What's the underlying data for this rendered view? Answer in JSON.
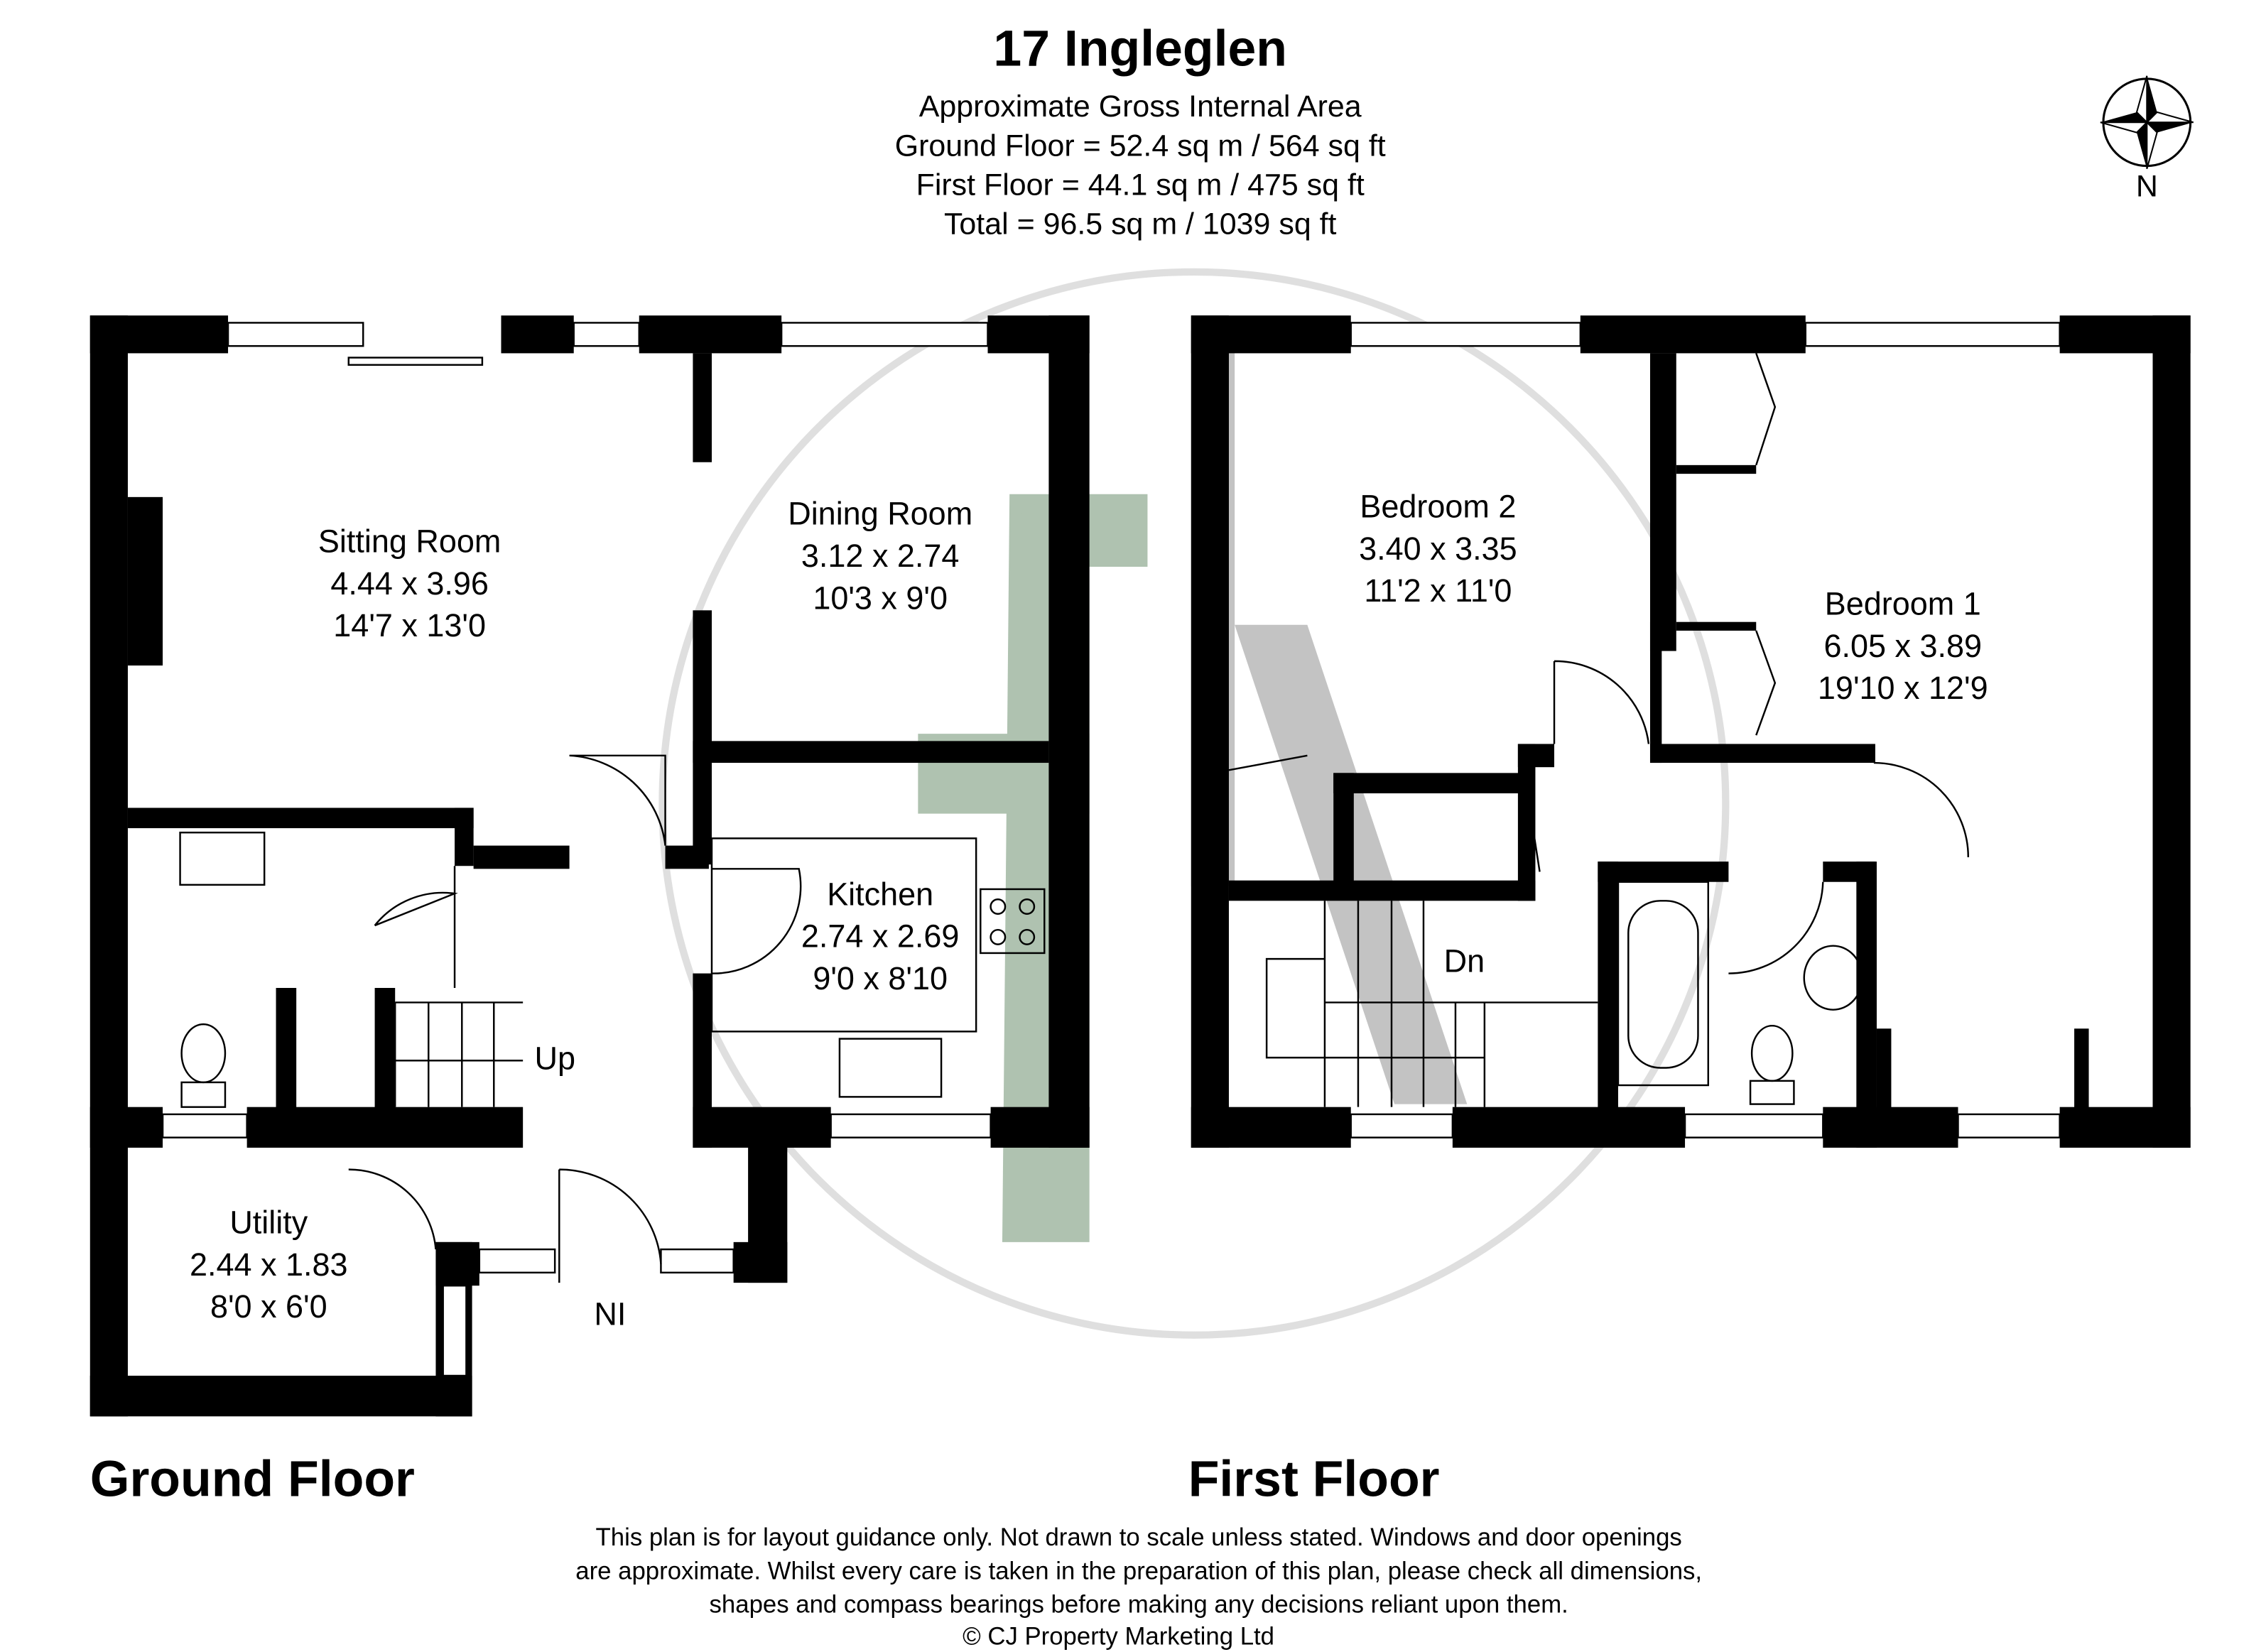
{
  "header": {
    "title": "17 Ingleglen",
    "area_heading": "Approximate Gross Internal Area",
    "ground_floor_area": "Ground Floor = 52.4 sq m / 564 sq ft",
    "first_floor_area": "First Floor = 44.1 sq m / 475 sq ft",
    "total_area": "Total = 96.5 sq m / 1039 sq ft"
  },
  "compass": {
    "label": "N"
  },
  "ground_floor": {
    "label": "Ground Floor",
    "rooms": [
      {
        "name": "Sitting Room",
        "metric": "4.44 x 3.96",
        "imperial": "14'7 x 13'0"
      },
      {
        "name": "Dining Room",
        "metric": "3.12 x 2.74",
        "imperial": "10'3 x 9'0"
      },
      {
        "name": "Kitchen",
        "metric": "2.74 x 2.69",
        "imperial": "9'0 x 8'10"
      },
      {
        "name": "Utility",
        "metric": "2.44 x 1.83",
        "imperial": "8'0 x 6'0"
      }
    ],
    "stairs_label": "Up",
    "entrance_label": "NI"
  },
  "first_floor": {
    "label": "First Floor",
    "rooms": [
      {
        "name": "Bedroom 2",
        "metric": "3.40 x 3.35",
        "imperial": "11'2 x 11'0"
      },
      {
        "name": "Bedroom 1",
        "metric": "6.05 x 3.89",
        "imperial": "19'10 x 12'9"
      }
    ],
    "stairs_label": "Dn"
  },
  "footer": {
    "disclaimer_1": "This plan is for layout guidance only. Not drawn to scale unless stated. Windows and door openings",
    "disclaimer_2": "are approximate. Whilst every care is taken in the preparation of this plan, please check all dimensions,",
    "disclaimer_3": "shapes and compass bearings before making any decisions reliant upon them.",
    "copyright": "© CJ Property Marketing Ltd"
  },
  "colors": {
    "wall": "#000000",
    "watermark_circle": "#d8d8d8",
    "watermark_letter": "#a7bca8"
  }
}
